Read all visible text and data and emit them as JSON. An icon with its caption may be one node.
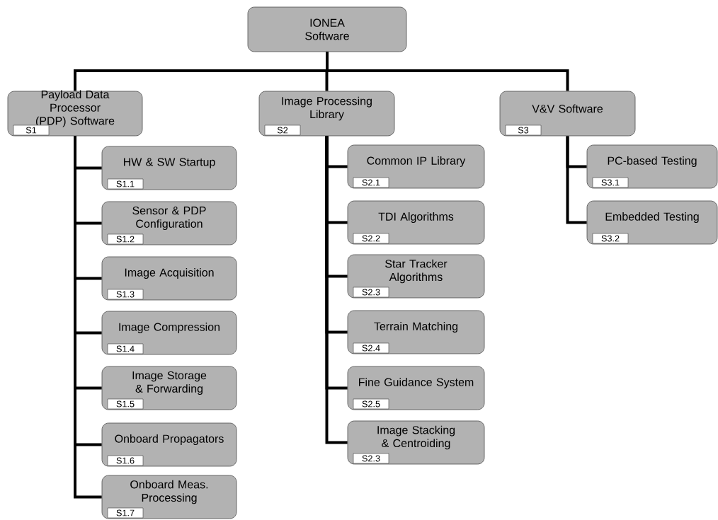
{
  "diagram": {
    "nodes": [
      {
        "text": [
          "IONEA Software"
        ]
      },
      {
        "text": [
          "Payload Data Processor (PDP) Software",
          "S1"
        ]
      },
      {
        "text": [
          "HW & SW Startup",
          "S1.1"
        ]
      },
      {
        "text": [
          "Sensor & PDP Configuration",
          "S1.2"
        ]
      },
      {
        "text": [
          "Image Acquisition",
          "S1.3"
        ]
      },
      {
        "text": [
          "Image Compression",
          "S1.4"
        ]
      },
      {
        "text": [
          "Image Storage & Forwarding",
          "S1.5"
        ]
      },
      {
        "text": [
          "Onboard Propagators",
          "S1.6"
        ]
      },
      {
        "text": [
          "Onboard Meas. Processing",
          "S1.7"
        ]
      },
      {
        "text": [
          "Image Processing Library",
          "S2"
        ]
      },
      {
        "text": [
          "Common IP Library",
          "S2.1"
        ]
      },
      {
        "text": [
          "TDI Algorithms",
          "S2.2"
        ]
      },
      {
        "text": [
          "Star Tracker Algorithms",
          "S2.3"
        ]
      },
      {
        "text": [
          "Terrain Matching",
          "S2.4"
        ]
      },
      {
        "text": [
          "Fine Guidance System",
          "S2.5"
        ]
      },
      {
        "text": [
          "Image Stacking & Centroiding",
          "S2.3"
        ]
      },
      {
        "text": [
          "V&V Software",
          "S3"
        ]
      },
      {
        "text": [
          "PC-based Testing",
          "S3.1"
        ]
      },
      {
        "text": [
          "Embedded Testing",
          "S3.2"
        ]
      }
    ],
    "edges": [
      {
        "from": 0,
        "to": 1,
        "arrow": "none"
      },
      {
        "from": 0,
        "to": 9,
        "arrow": "none"
      },
      {
        "from": 0,
        "to": 16,
        "arrow": "none"
      },
      {
        "from": 1,
        "to": 2,
        "arrow": "none"
      },
      {
        "from": 1,
        "to": 3,
        "arrow": "none"
      },
      {
        "from": 1,
        "to": 4,
        "arrow": "none"
      },
      {
        "from": 1,
        "to": 5,
        "arrow": "none"
      },
      {
        "from": 1,
        "to": 6,
        "arrow": "none"
      },
      {
        "from": 1,
        "to": 7,
        "arrow": "none"
      },
      {
        "from": 1,
        "to": 8,
        "arrow": "none"
      },
      {
        "from": 9,
        "to": 10,
        "arrow": "none"
      },
      {
        "from": 9,
        "to": 11,
        "arrow": "none"
      },
      {
        "from": 9,
        "to": 12,
        "arrow": "none"
      },
      {
        "from": 9,
        "to": 13,
        "arrow": "none"
      },
      {
        "from": 9,
        "to": 14,
        "arrow": "none"
      },
      {
        "from": 9,
        "to": 15,
        "arrow": "none"
      },
      {
        "from": 16,
        "to": 17,
        "arrow": "none"
      },
      {
        "from": 16,
        "to": 18,
        "arrow": "none"
      }
    ]
  }
}
